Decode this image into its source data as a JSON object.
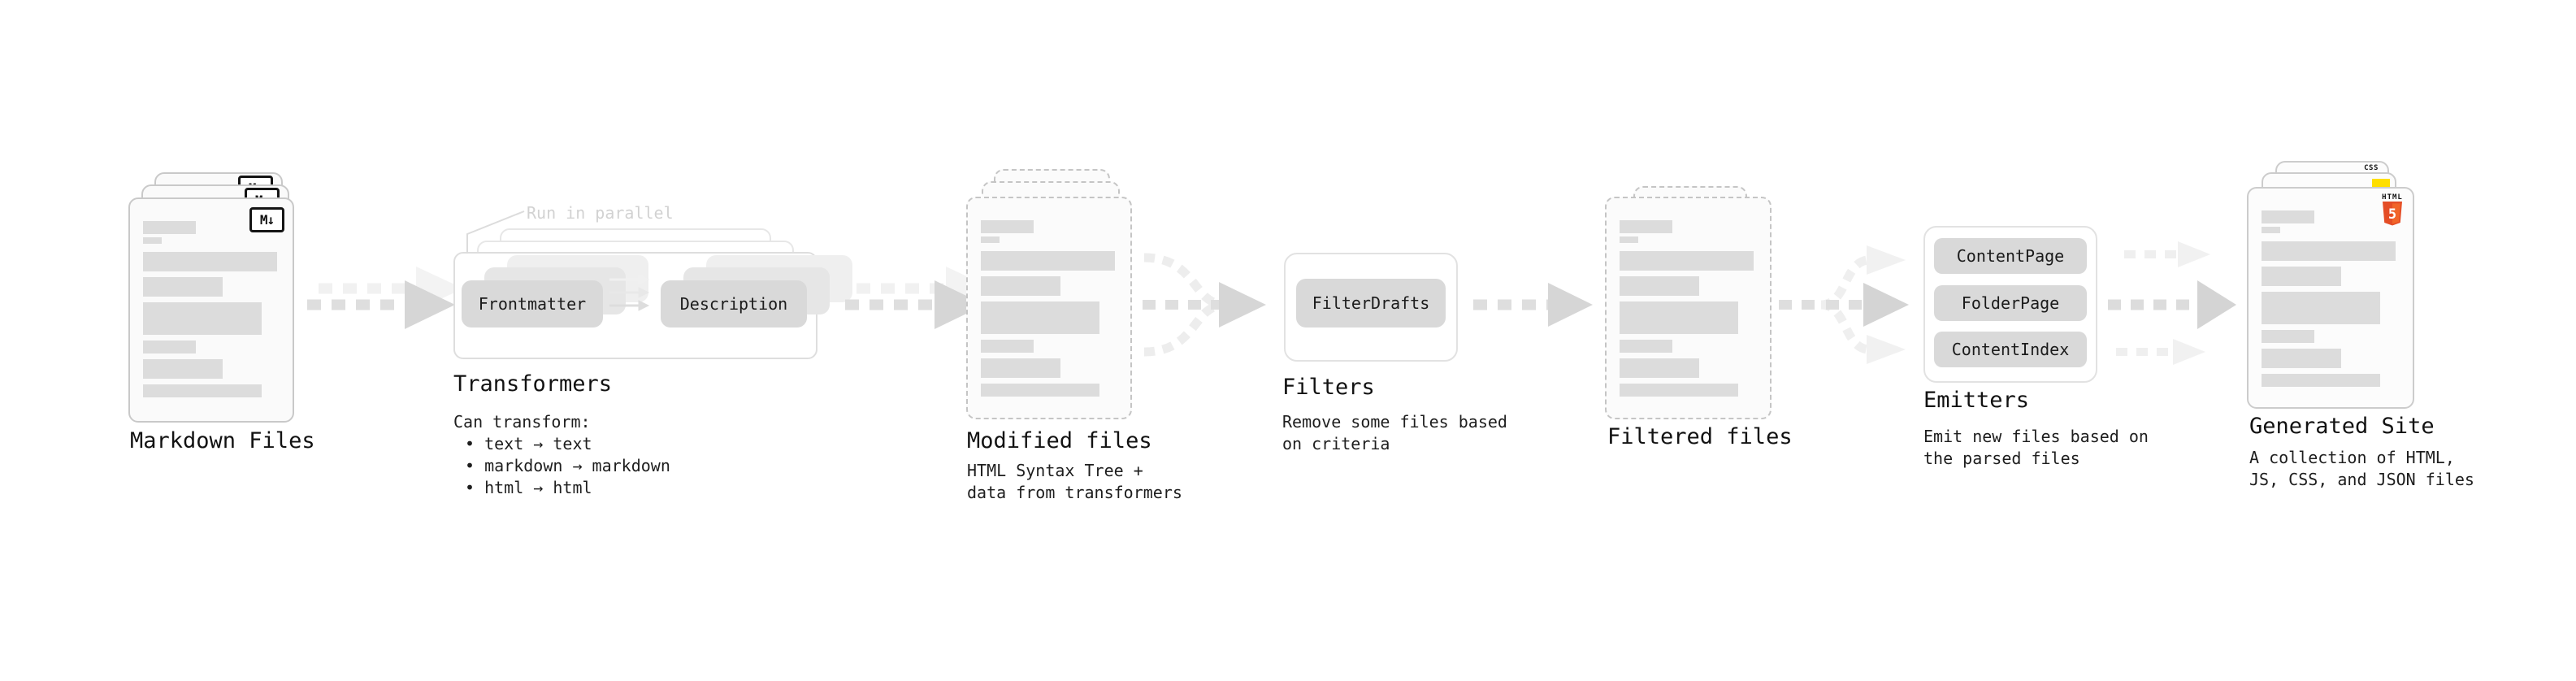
{
  "stages": {
    "markdown": {
      "label": "Markdown Files",
      "badge": "M↓"
    },
    "transformers": {
      "note": "Run in parallel",
      "left_pill": "Frontmatter",
      "right_pill": "Description",
      "label": "Transformers",
      "desc_heading": "Can transform:",
      "bullets": [
        "• text → text",
        "• markdown → markdown",
        "• html → html"
      ]
    },
    "modified": {
      "label": "Modified files",
      "desc": [
        "HTML Syntax Tree +",
        "data from transformers"
      ]
    },
    "filters": {
      "pill": "FilterDrafts",
      "label": "Filters",
      "desc": [
        "Remove some files based",
        "on criteria"
      ]
    },
    "filtered": {
      "label": "Filtered files"
    },
    "emitters": {
      "pills": [
        "ContentPage",
        "FolderPage",
        "ContentIndex"
      ],
      "label": "Emitters",
      "desc": [
        "Emit new files based on",
        "the parsed files"
      ]
    },
    "generated": {
      "label": "Generated Site",
      "desc": [
        "A collection of HTML,",
        "JS, CSS, and JSON files"
      ],
      "css_badge": "CSS",
      "html_badge_word": "HTML",
      "html_badge_number": "5"
    }
  },
  "colors": {
    "html5_orange": "#e44d26",
    "html5_orange_light": "#f16529",
    "js_yellow": "#ffdf00",
    "css_blue": "#2864f0"
  }
}
